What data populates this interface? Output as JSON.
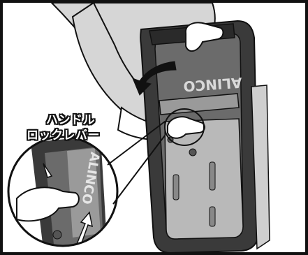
{
  "callout": {
    "line1": "ハンドル",
    "line2": "ロックレバー"
  },
  "brand": {
    "main": "ALINCO",
    "inset": "ALINCO"
  },
  "colors": {
    "outline": "#111111",
    "machine_dark": "#3a3a3a",
    "machine_mid": "#6b6b6b",
    "panel_light": "#b9b9b9",
    "skin": "#ffffff",
    "shirt": "#d6d6d6",
    "frame": "#111111"
  },
  "icons": [
    "rotate-arrow-icon",
    "push-arrow-icon"
  ]
}
